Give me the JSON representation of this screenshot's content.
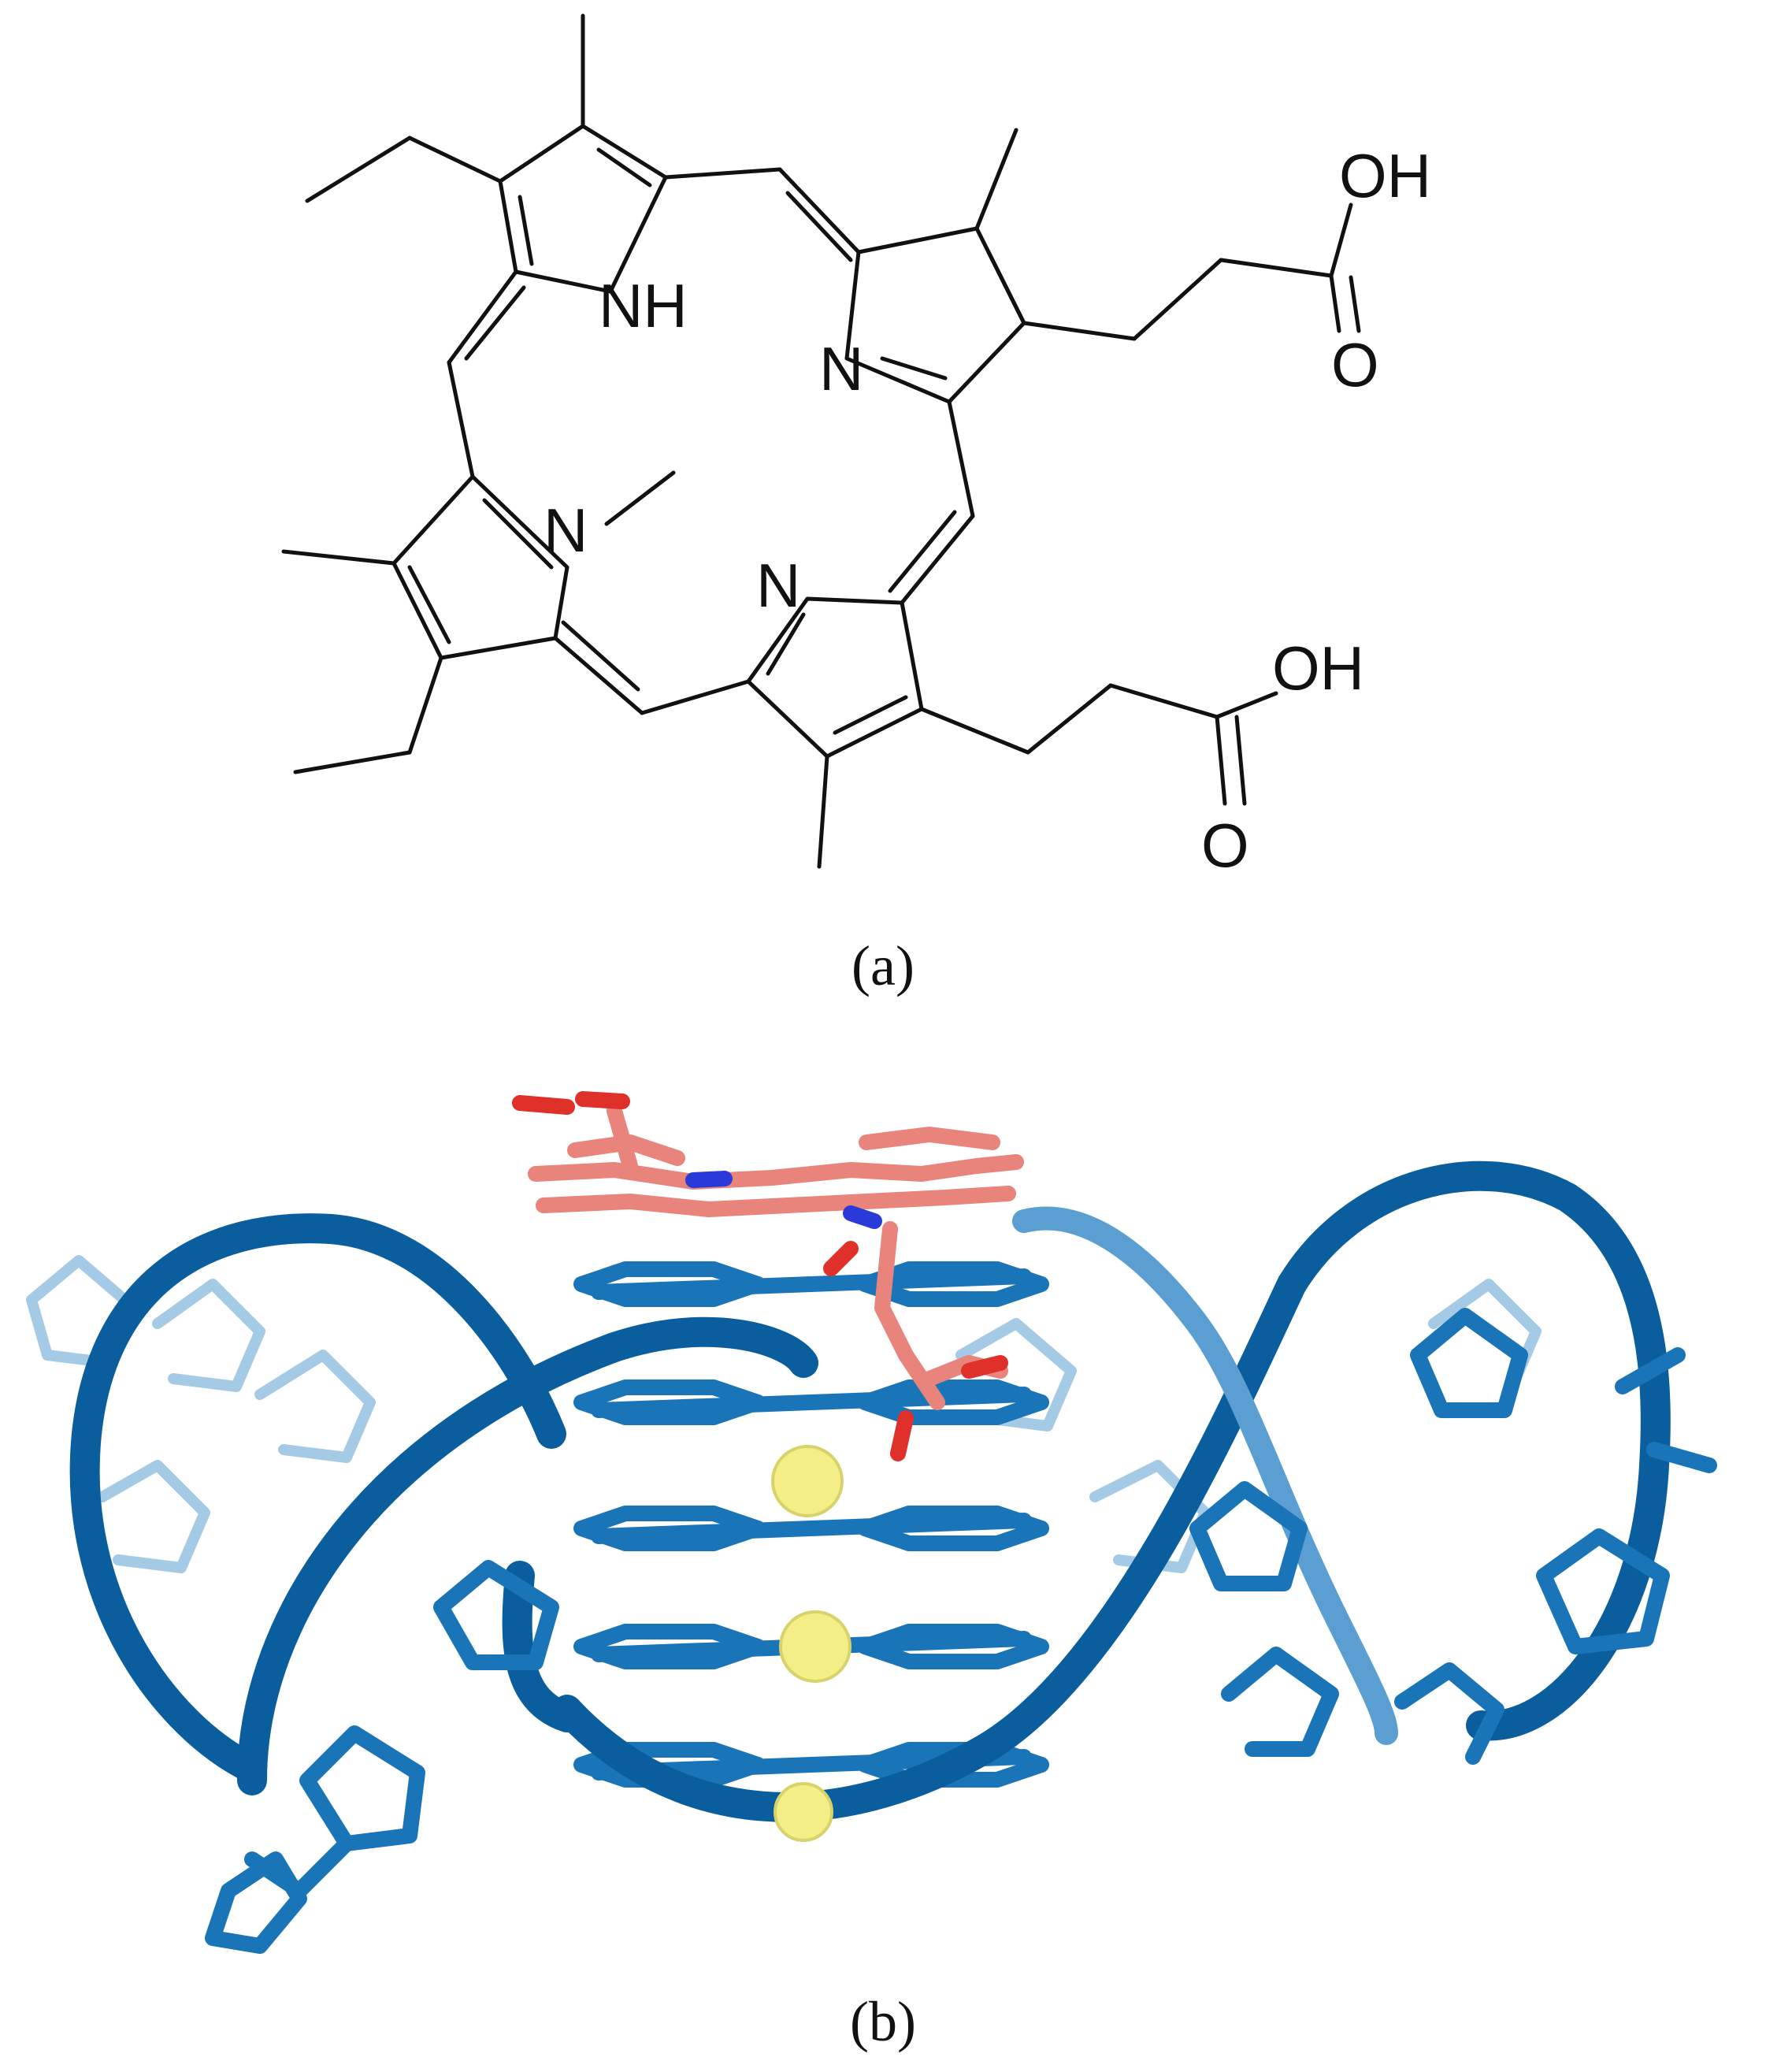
{
  "figure": {
    "panel_a": {
      "caption": "(a)",
      "atom_labels": {
        "nh": "NH",
        "n_imine_1": "N",
        "n_imine_2": "N",
        "n_methyl": "N",
        "oh_1": "OH",
        "o_1": "O",
        "oh_2": "OH",
        "o_2": "O"
      }
    },
    "panel_b": {
      "caption": "(b)",
      "colors": {
        "nucleic_acid": "#1a74b8",
        "nucleic_acid_dark": "#0b5e9e",
        "nucleic_acid_light": "#5b9fd2",
        "ligand_carbon": "#e8847c",
        "ligand_oxygen": "#e0302a",
        "ligand_nitrogen": "#2a3ad8",
        "ions": "#f3ef86"
      }
    }
  }
}
